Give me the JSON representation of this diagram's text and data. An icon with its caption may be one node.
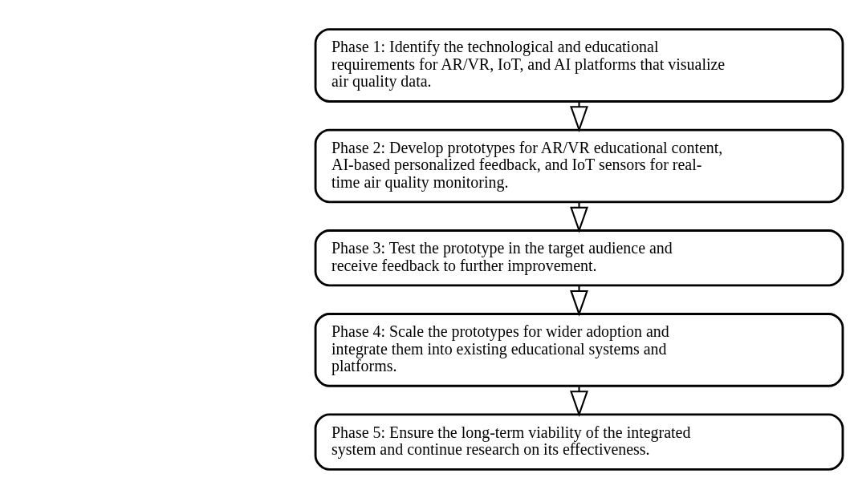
{
  "diagram": {
    "nodes": [
      {
        "text": [
          "Phase 1: Identify the technological and educational requirements for AR/VR, IoT, and AI platforms that visualize air quality data."
        ]
      },
      {
        "text": [
          "Phase 2: Develop prototypes for AR/VR educational content, AI-based personalized feedback, and IoT sensors for real-time air quality monitoring."
        ]
      },
      {
        "text": [
          "Phase 3: Test the prototype in the target audience and receive feedback to further improvement."
        ]
      },
      {
        "text": [
          "Phase 4: Scale the prototypes for wider adoption and integrate them into existing educational systems and platforms."
        ]
      },
      {
        "text": [
          "Phase 5: Ensure the long-term viability of the integrated system and continue research on its effectiveness."
        ]
      }
    ],
    "edges": [
      {
        "from": 0,
        "to": 1,
        "arrow": "to"
      },
      {
        "from": 1,
        "to": 2,
        "arrow": "to"
      },
      {
        "from": 2,
        "to": 3,
        "arrow": "to"
      },
      {
        "from": 3,
        "to": 4,
        "arrow": "to"
      }
    ]
  }
}
